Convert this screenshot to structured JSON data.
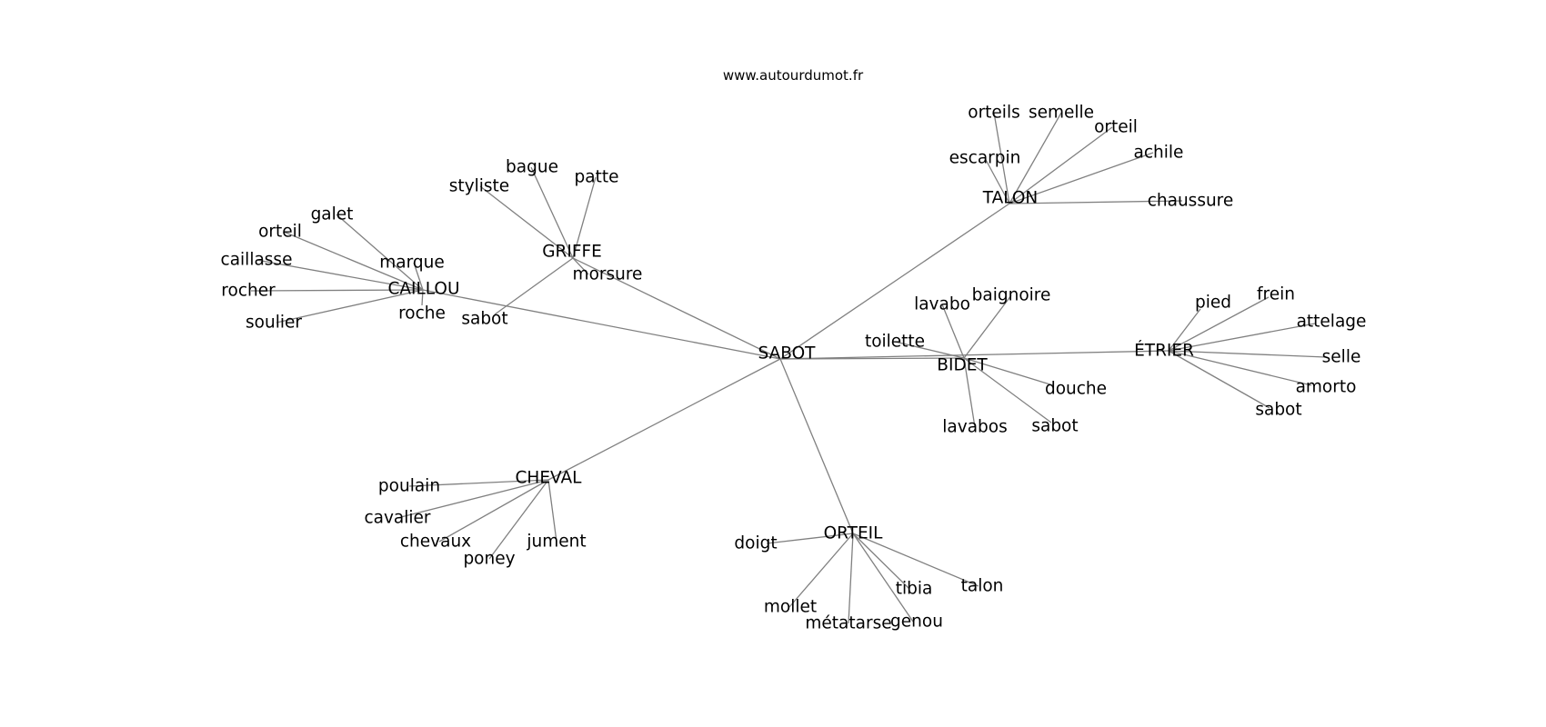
{
  "source": "www.autourdumot.fr",
  "root": "SABOT",
  "groups": [
    {
      "id": "caillou",
      "label": "CAILLOU",
      "children": [
        "galet",
        "orteil",
        "caillasse",
        "marque",
        "rocher",
        "roche",
        "soulier"
      ]
    },
    {
      "id": "griffe",
      "label": "GRIFFE",
      "children": [
        "bague",
        "patte",
        "styliste",
        "morsure",
        "sabot"
      ]
    },
    {
      "id": "talon",
      "label": "TALON",
      "children": [
        "orteils",
        "semelle",
        "orteil",
        "escarpin",
        "achile",
        "chaussure"
      ]
    },
    {
      "id": "bidet",
      "label": "BIDET",
      "children": [
        "lavabo",
        "baignoire",
        "toilette",
        "douche",
        "lavabos",
        "sabot"
      ]
    },
    {
      "id": "etrier",
      "label": "ÉTRIER",
      "children": [
        "pied",
        "frein",
        "attelage",
        "selle",
        "amorto",
        "sabot"
      ]
    },
    {
      "id": "cheval",
      "label": "CHEVAL",
      "children": [
        "poulain",
        "cavalier",
        "chevaux",
        "poney",
        "jument"
      ]
    },
    {
      "id": "orteil",
      "label": "ORTEIL",
      "children": [
        "doigt",
        "mollet",
        "métatarse",
        "genou",
        "tibia",
        "talon"
      ]
    }
  ]
}
